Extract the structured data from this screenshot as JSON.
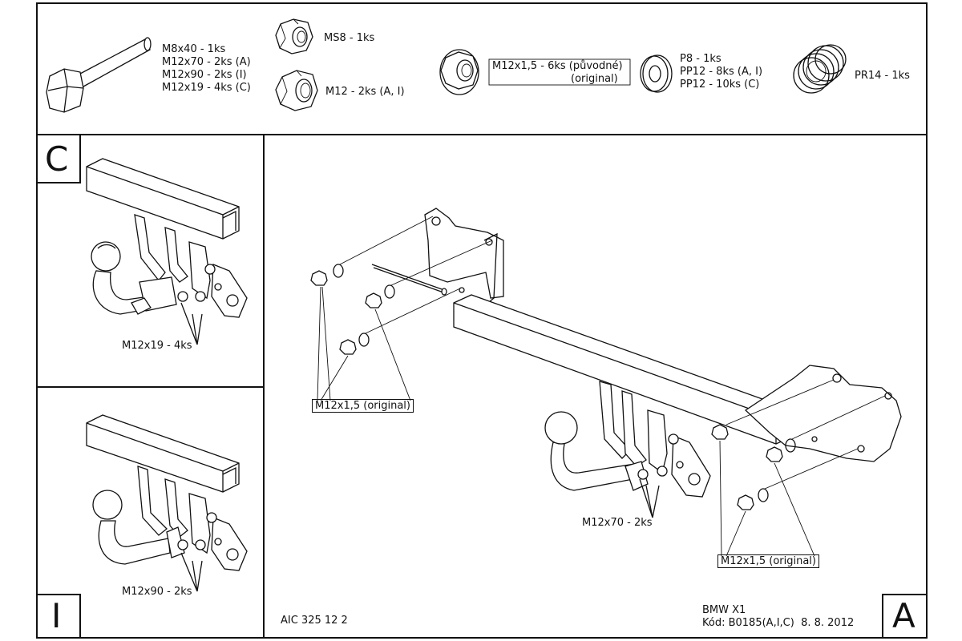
{
  "parts": {
    "bolt": [
      "M8x40 - 1ks",
      "M12x70 - 2ks (A)",
      "M12x90 - 2ks (I)",
      "M12x19 - 4ks (C)"
    ],
    "ms8": "MS8 - 1ks",
    "m12": "M12 - 2ks (A, I)",
    "flange_nut": [
      "M12x1,5 - 6ks (původné)",
      "(original)"
    ],
    "washers": [
      "P8 - 1ks",
      "PP12 - 8ks (A, I)",
      "PP12 - 10ks (C)"
    ],
    "spring": "PR14 - 1ks"
  },
  "panel_c": {
    "letter": "C",
    "label": "M12x19 - 4ks"
  },
  "panel_i": {
    "letter": "I",
    "label": "M12x90 - 2ks"
  },
  "panel_a": {
    "letter": "A",
    "label_left": "M12x1,5 (original)",
    "label_center": "M12x70 - 2ks",
    "label_right": "M12x1,5 (original)"
  },
  "footer": {
    "code_left": "AIC 325 12 2",
    "model": "BMW X1",
    "kod": "Kód: B0185(A,I,C)  8. 8. 2012"
  }
}
